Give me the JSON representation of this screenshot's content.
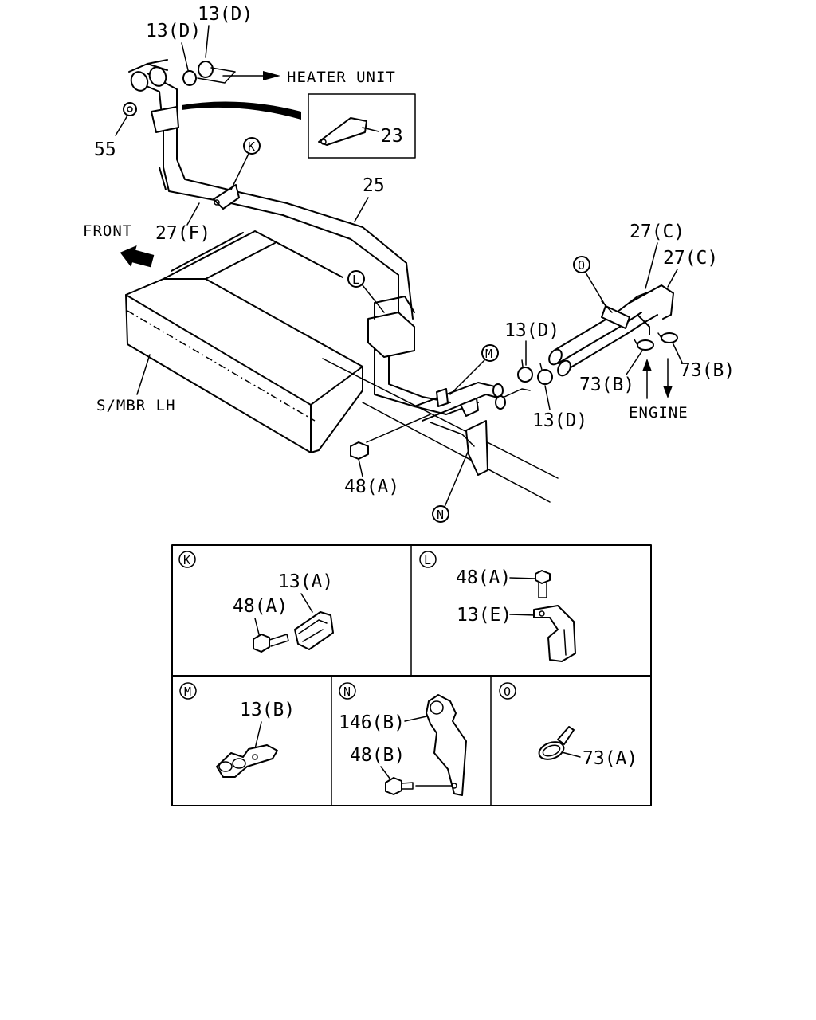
{
  "labels": {
    "heater_unit": "HEATER UNIT",
    "front": "FRONT",
    "s_mbr": "S/MBR LH",
    "engine": "ENGINE",
    "p13d_a": "13(D)",
    "p13d_b": "13(D)",
    "p13d_c": "13(D)",
    "p13d_d": "13(D)",
    "p55": "55",
    "p23": "23",
    "p25": "25",
    "p27f": "27(F)",
    "p27c_a": "27(C)",
    "p27c_b": "27(C)",
    "p73b_a": "73(B)",
    "p73b_b": "73(B)",
    "p48a": "48(A)"
  },
  "markers": {
    "k": "K",
    "l": "L",
    "m": "M",
    "n": "N",
    "o": "O"
  },
  "details": {
    "k": {
      "marker": "K",
      "p13a": "13(A)",
      "p48a": "48(A)"
    },
    "l": {
      "marker": "L",
      "p48a": "48(A)",
      "p13e": "13(E)"
    },
    "m": {
      "marker": "M",
      "p13b": "13(B)"
    },
    "n": {
      "marker": "N",
      "p146b": "146(B)",
      "p48b": "48(B)"
    },
    "o": {
      "marker": "O",
      "p73a": "73(A)"
    }
  }
}
